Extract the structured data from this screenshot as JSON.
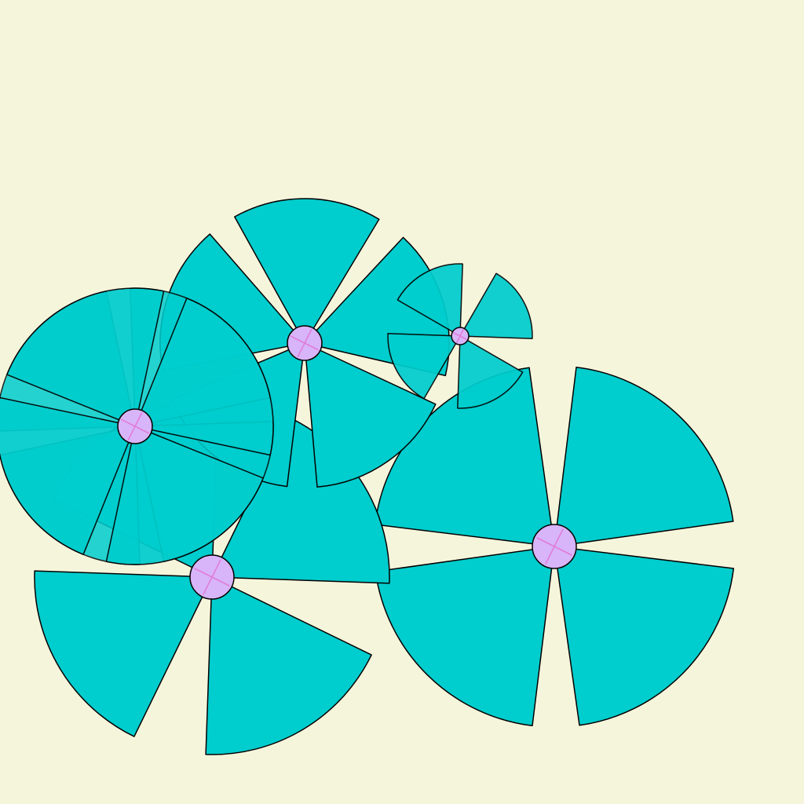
{
  "colors": {
    "background": "#f5f5dc",
    "blade_fill": "#00cdcd",
    "blade_stroke": "#000000",
    "hub_fill": "#d8b4f8",
    "hub_cross": "#e07ad8"
  },
  "icons": {
    "fan": "fan-icon",
    "hub": "hub-icon"
  },
  "fans": [
    {
      "id": "fan-a",
      "blades": 4,
      "start_angle_deg": 7,
      "blade_span_deg": 75,
      "opacity": 1.0
    },
    {
      "id": "fan-b",
      "blades": 4,
      "start_angle_deg": 26,
      "blade_span_deg": 66,
      "opacity": 1.0
    },
    {
      "id": "fan-c",
      "blades": 5,
      "start_angle_deg": 25,
      "blade_span_deg": 60,
      "opacity": 1.0
    },
    {
      "id": "fan-d",
      "blades": 4,
      "start_angle_deg": 30,
      "blade_span_deg": 62,
      "opacity": 0.93
    },
    {
      "id": "fan-e",
      "blades": 4,
      "start_angle_deg": -2,
      "blade_span_deg": 80,
      "opacity": 0.85
    },
    {
      "id": "fan-f",
      "blades": 4,
      "start_angle_deg": 22,
      "blade_span_deg": 80,
      "opacity": 0.93
    }
  ]
}
